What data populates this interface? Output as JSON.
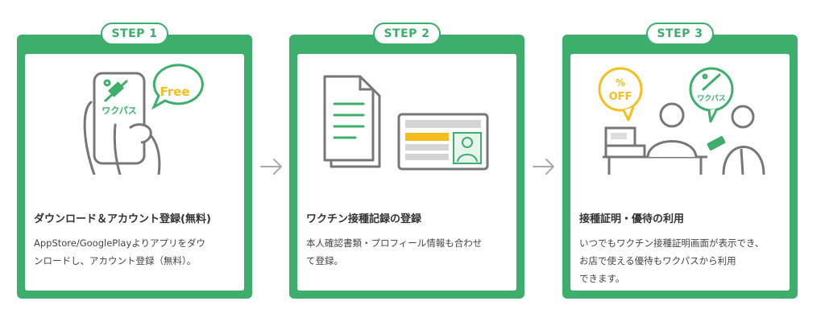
{
  "steps": [
    {
      "label": "STEP 1",
      "title": "ダウンロード＆アカウント登録(無料)",
      "desc_lines": [
        "AppStore/GooglePlayよりアプリをダウ",
        "ンロードし、アカウント登録（無料）。"
      ],
      "badge": "Free",
      "app_label": "ワクパス"
    },
    {
      "label": "STEP 2",
      "title": "ワクチン接種記録の登録",
      "desc_lines": [
        "本人確認書類・プロフィール情報も合わせ",
        "て登録。"
      ]
    },
    {
      "label": "STEP 3",
      "title": "接種証明・優待の利用",
      "desc_lines": [
        "いつでもワクチン接種証明画面が表示でき、",
        "お店で使える優待もワクパスから利用",
        "できます。"
      ],
      "bubble_left_line1": "%",
      "bubble_left_line2": "OFF",
      "app_label": "ワクパス"
    }
  ],
  "colors": {
    "green": "#3dae6b",
    "yellow": "#f5be1c",
    "gray": "#666666"
  },
  "icons": [
    "smartphone-hand-icon",
    "document-icon",
    "id-card-icon",
    "shop-counter-icon",
    "arrow-right-icon"
  ]
}
